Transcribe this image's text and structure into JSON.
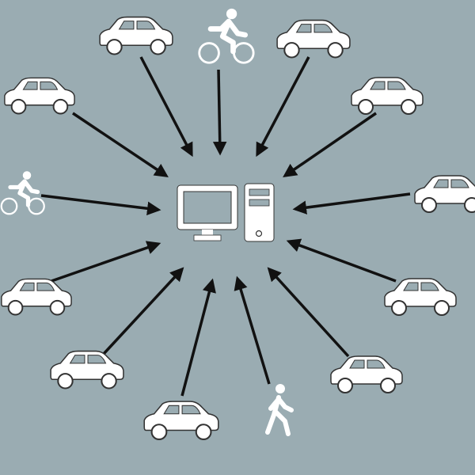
{
  "colors": {
    "background": "#9aacb2",
    "icon_fill": "#ffffff",
    "icon_outline": "#333333",
    "arrow": "#111111"
  },
  "center": {
    "icons": [
      "monitor-icon",
      "computer-tower-icon"
    ]
  },
  "sources": [
    {
      "type": "car"
    },
    {
      "type": "bicycle"
    },
    {
      "type": "car"
    },
    {
      "type": "car"
    },
    {
      "type": "car"
    },
    {
      "type": "bicycle"
    },
    {
      "type": "car"
    },
    {
      "type": "car"
    },
    {
      "type": "car"
    },
    {
      "type": "car"
    },
    {
      "type": "car"
    },
    {
      "type": "car"
    },
    {
      "type": "pedestrian"
    }
  ]
}
